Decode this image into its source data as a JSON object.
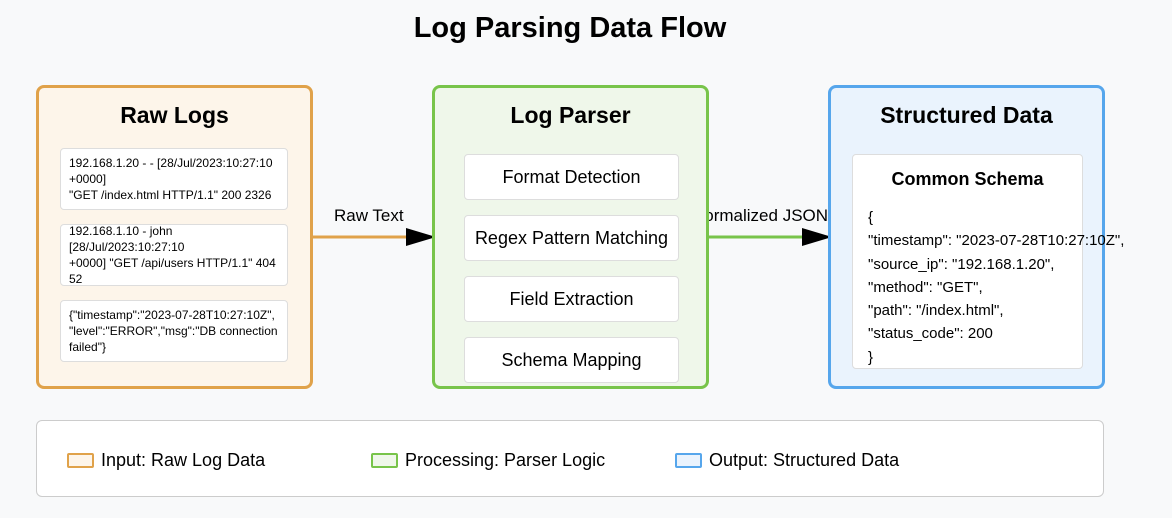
{
  "title": "Log Parsing Data Flow",
  "panels": {
    "raw": {
      "title": "Raw Logs",
      "logs": [
        [
          "192.168.1.20 - - [28/Jul/2023:10:27:10 +0000]",
          "\"GET /index.html HTTP/1.1\" 200 2326"
        ],
        [
          "192.168.1.10 - john [28/Jul/2023:10:27:10",
          "+0000] \"GET /api/users HTTP/1.1\" 404 52"
        ],
        [
          "{\"timestamp\":\"2023-07-28T10:27:10Z\",",
          "\"level\":\"ERROR\",\"msg\":\"DB connection failed\"}"
        ]
      ]
    },
    "parser": {
      "title": "Log Parser",
      "steps": [
        "Format Detection",
        "Regex Pattern Matching",
        "Field Extraction",
        "Schema Mapping"
      ]
    },
    "output": {
      "title": "Structured Data",
      "schema_title": "Common Schema",
      "schema_lines": [
        "{",
        "\"timestamp\": \"2023-07-28T10:27:10Z\",",
        "\"source_ip\": \"192.168.1.20\",",
        "\"method\": \"GET\",",
        "\"path\": \"/index.html\",",
        "\"status_code\": 200",
        "}"
      ]
    }
  },
  "arrows": {
    "raw_to_parser": "Raw Text",
    "parser_to_output": "Normalized JSON"
  },
  "legend": {
    "input": "Input: Raw Log Data",
    "processing": "Processing: Parser Logic",
    "output": "Output: Structured Data"
  },
  "colors": {
    "input": "#e0a24a",
    "processing": "#78c44a",
    "output": "#56a6ec",
    "arrow_head": "#000000"
  }
}
